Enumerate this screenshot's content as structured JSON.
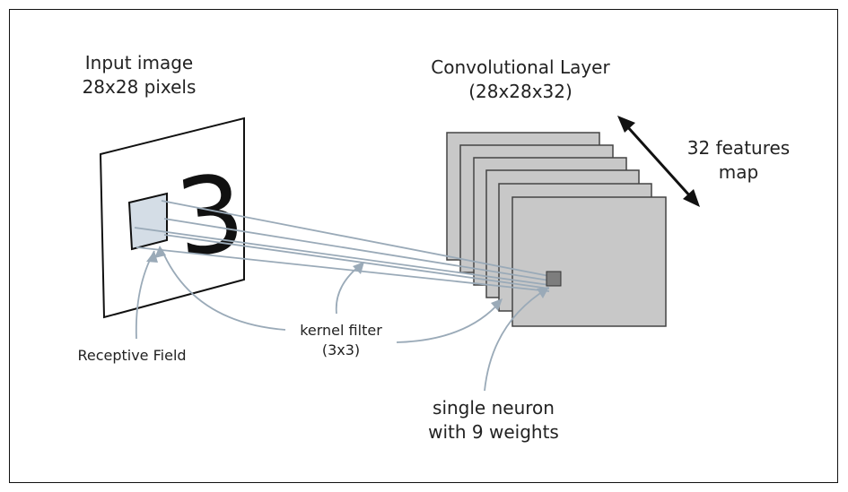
{
  "input_image": {
    "title_line1": "Input image",
    "title_line2": "28x28 pixels",
    "digit": "3"
  },
  "conv_layer": {
    "title_line1": "Convolutional Layer",
    "title_line2": "(28x28x32)",
    "depth_label_line1": "32 features",
    "depth_label_line2": "map"
  },
  "receptive_field": {
    "label": "Receptive Field"
  },
  "kernel": {
    "label_line1": "kernel filter",
    "label_line2": "(3x3)"
  },
  "neuron": {
    "label_line1": "single neuron",
    "label_line2": "with 9 weights"
  },
  "colors": {
    "map_fill": "#c8c8c8",
    "receptive_fill": "#d4dde6",
    "connection": "#9aaab8",
    "neuron_fill": "#7d7d7d"
  }
}
